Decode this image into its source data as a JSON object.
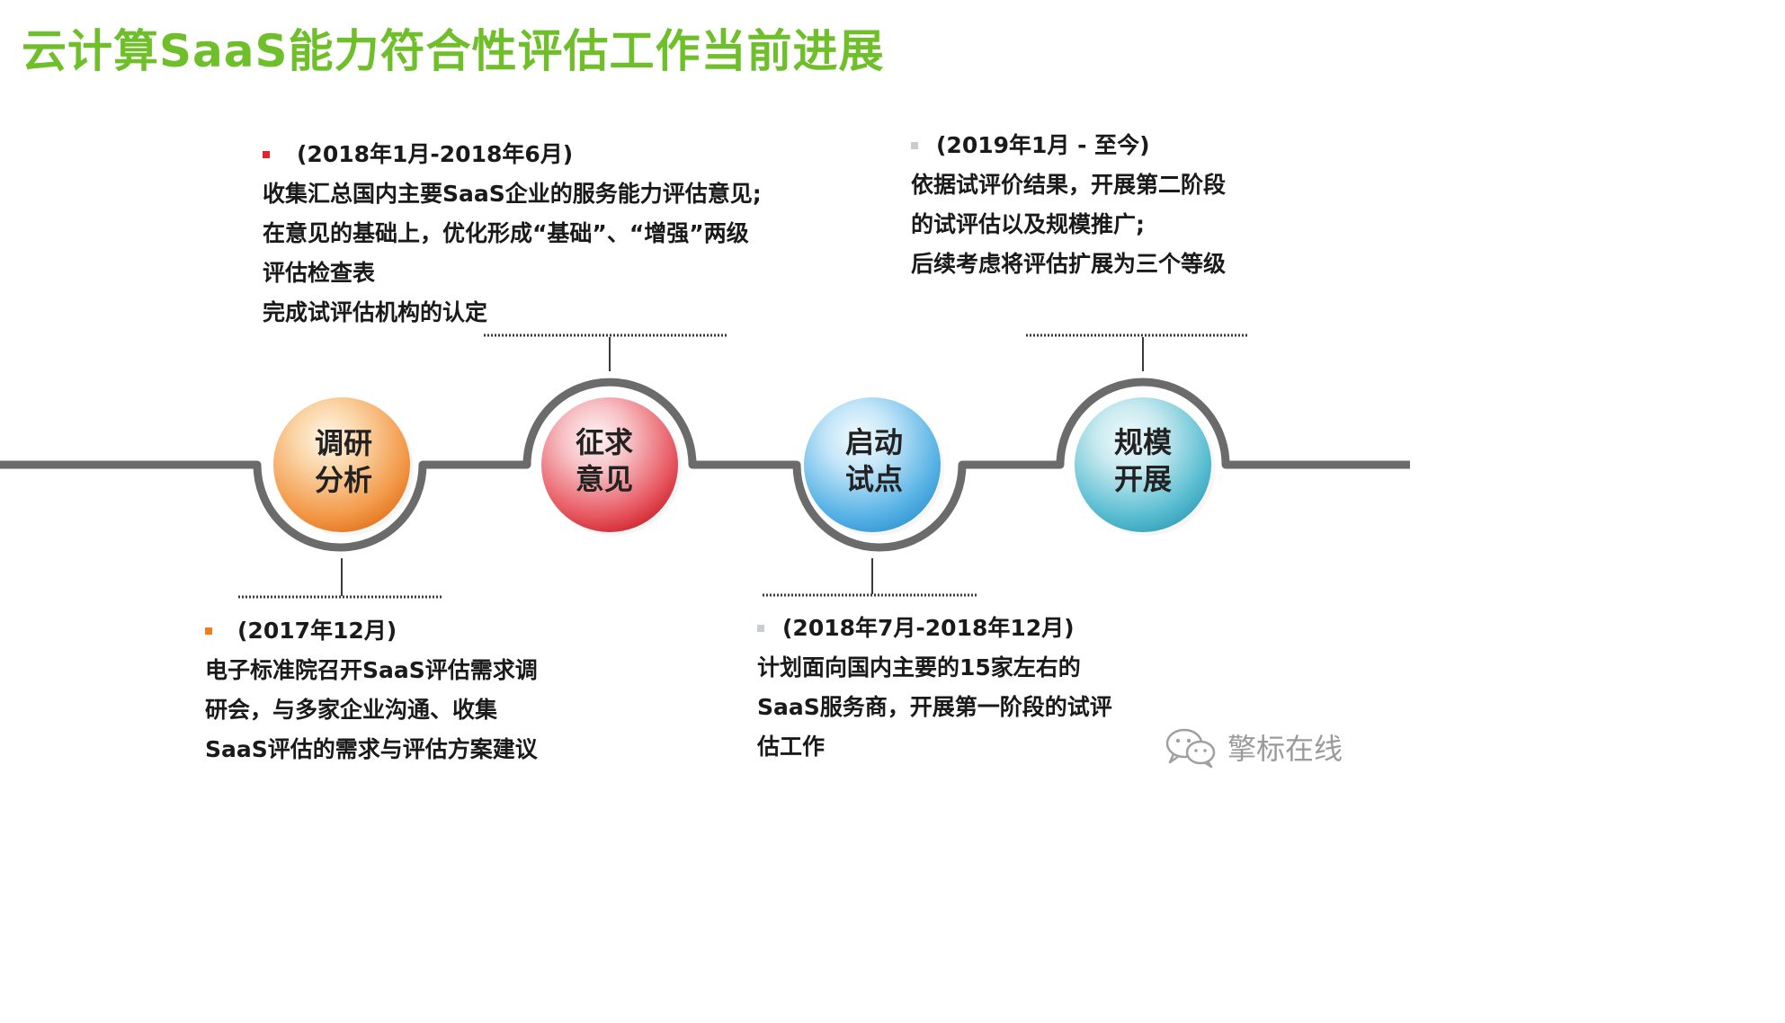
{
  "title": "云计算SaaS能力符合性评估工作当前进展",
  "colors": {
    "title": "#6fbf2a",
    "track": "#6b6b6b",
    "research": "#f07d1e",
    "feedback": "#d8202e",
    "pilot": "#3aa5dd",
    "rollout": "#3aaec4",
    "bullet_red": "#e2232a",
    "bullet_orange": "#f07d1e",
    "bullet_gray": "#c8cdd2"
  },
  "stages": [
    {
      "line1": "调研",
      "line2": "分析",
      "color": "orange",
      "bracket": "below"
    },
    {
      "line1": "征求",
      "line2": "意见",
      "color": "red",
      "bracket": "above"
    },
    {
      "line1": "启动",
      "line2": "试点",
      "color": "blue",
      "bracket": "below"
    },
    {
      "line1": "规模",
      "line2": "开展",
      "color": "teal",
      "bracket": "above"
    }
  ],
  "blocks": {
    "research": {
      "date": "(2017年12月)",
      "lines": [
        "电子标准院召开SaaS评估需求调",
        "研会，与多家企业沟通、收集",
        "SaaS评估的需求与评估方案建议"
      ]
    },
    "feedback": {
      "date": "(2018年1月-2018年6月)",
      "lines": [
        "收集汇总国内主要SaaS企业的服务能力评估意见;",
        "在意见的基础上，优化形成“基础”、“增强”两级",
        "评估检查表",
        "完成试评估机构的认定"
      ]
    },
    "pilot": {
      "date": "(2018年7月-2018年12月)",
      "lines": [
        "计划面向国内主要的15家左右的",
        "SaaS服务商，开展第一阶段的试评",
        "估工作"
      ]
    },
    "rollout": {
      "date": "(2019年1月 - 至今)",
      "lines": [
        "依据试评价结果，开展第二阶段",
        "的试评估以及规模推广;",
        "后续考虑将评估扩展为三个等级"
      ]
    }
  },
  "watermark": {
    "text": "擎标在线",
    "icon": "wechat-icon"
  }
}
